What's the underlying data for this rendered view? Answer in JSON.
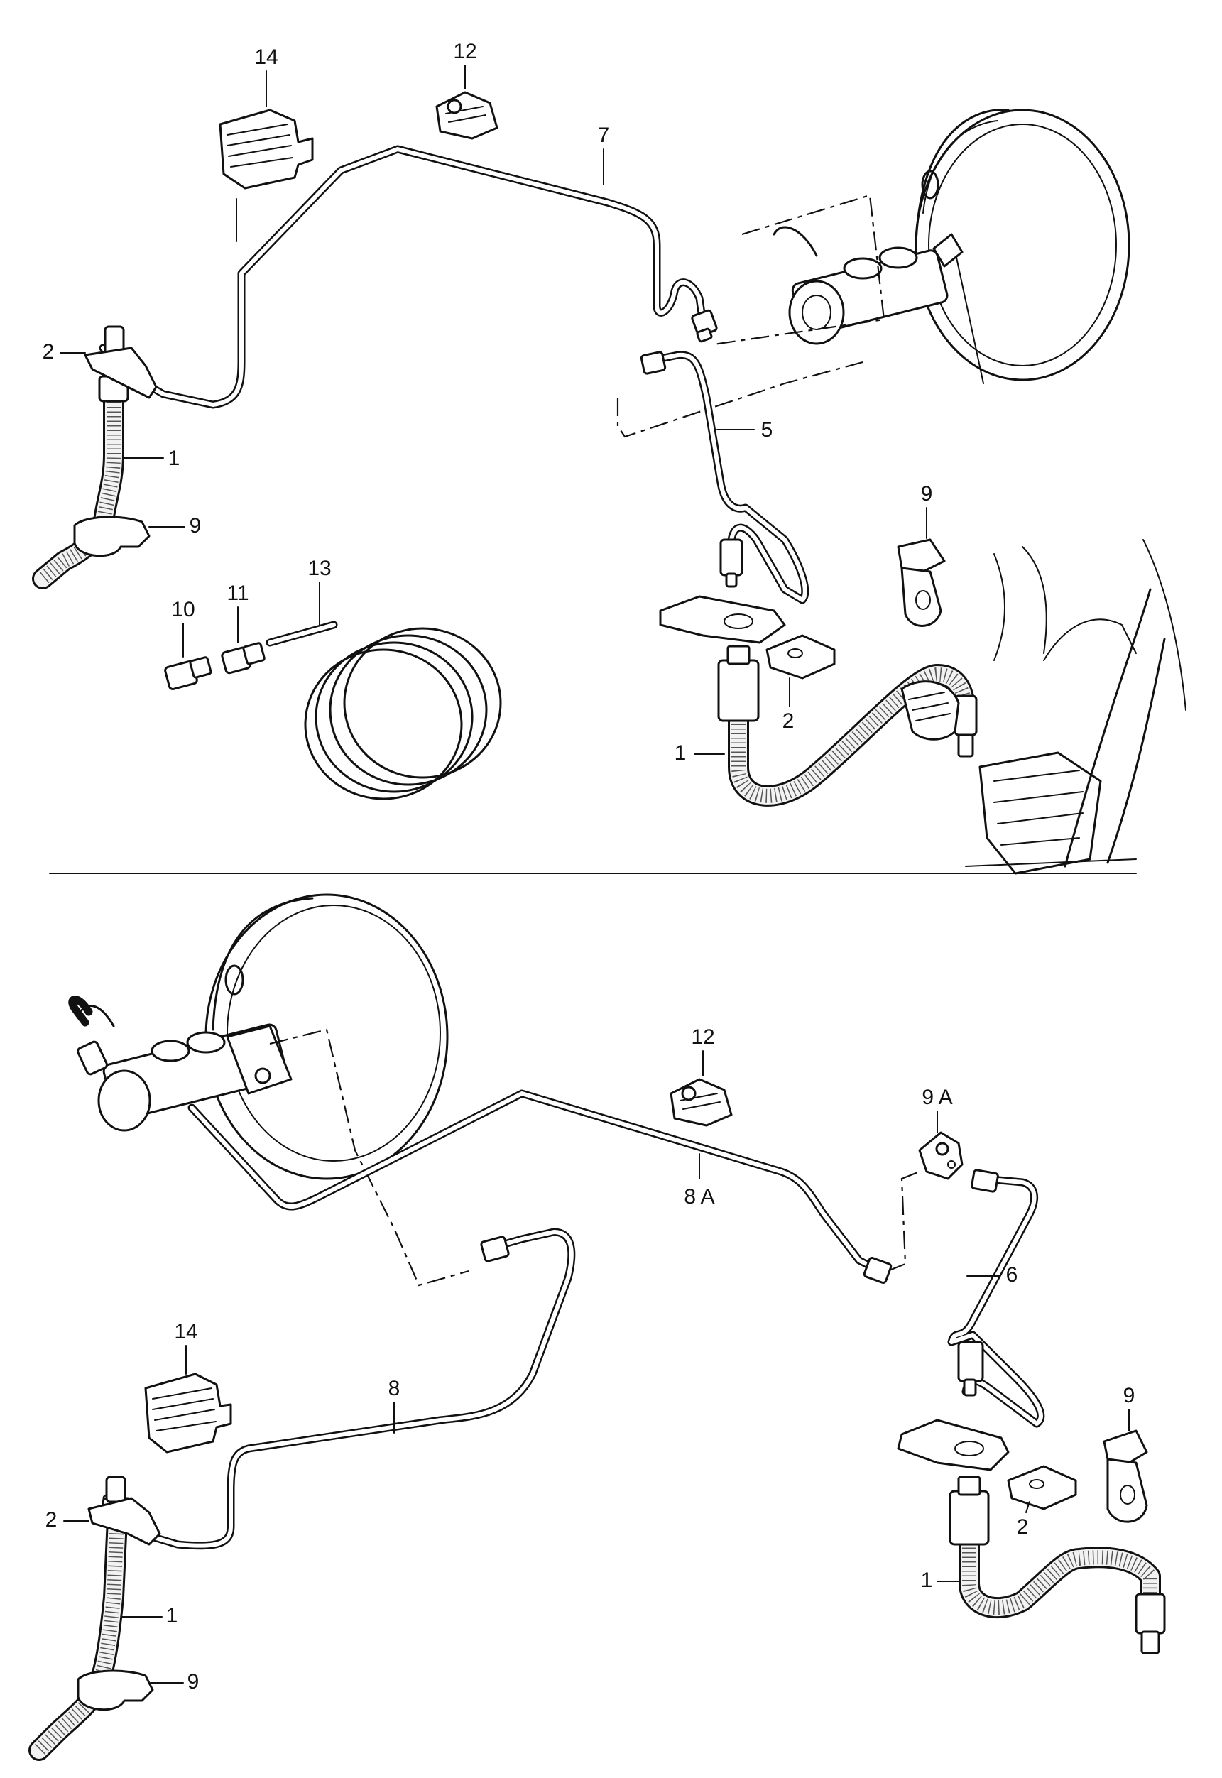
{
  "diagram": {
    "upper_section": {
      "callouts": [
        {
          "id": "u14",
          "text": "14"
        },
        {
          "id": "u12",
          "text": "12"
        },
        {
          "id": "u7",
          "text": "7"
        },
        {
          "id": "u2a",
          "text": "2"
        },
        {
          "id": "u1a",
          "text": "1"
        },
        {
          "id": "u9a",
          "text": "9"
        },
        {
          "id": "u5",
          "text": "5"
        },
        {
          "id": "u9b",
          "text": "9"
        },
        {
          "id": "u10",
          "text": "10"
        },
        {
          "id": "u11",
          "text": "11"
        },
        {
          "id": "u13",
          "text": "13"
        },
        {
          "id": "u2b",
          "text": "2"
        },
        {
          "id": "u1b",
          "text": "1"
        }
      ]
    },
    "lower_section": {
      "callouts": [
        {
          "id": "l12",
          "text": "12"
        },
        {
          "id": "l8A",
          "text": "8 A"
        },
        {
          "id": "l9A",
          "text": "9 A"
        },
        {
          "id": "l6",
          "text": "6"
        },
        {
          "id": "l14",
          "text": "14"
        },
        {
          "id": "l8",
          "text": "8"
        },
        {
          "id": "l9b",
          "text": "9"
        },
        {
          "id": "l2a",
          "text": "2"
        },
        {
          "id": "l2b",
          "text": "2"
        },
        {
          "id": "l1a",
          "text": "1"
        },
        {
          "id": "l1b",
          "text": "1"
        },
        {
          "id": "l9a",
          "text": "9"
        }
      ]
    }
  }
}
